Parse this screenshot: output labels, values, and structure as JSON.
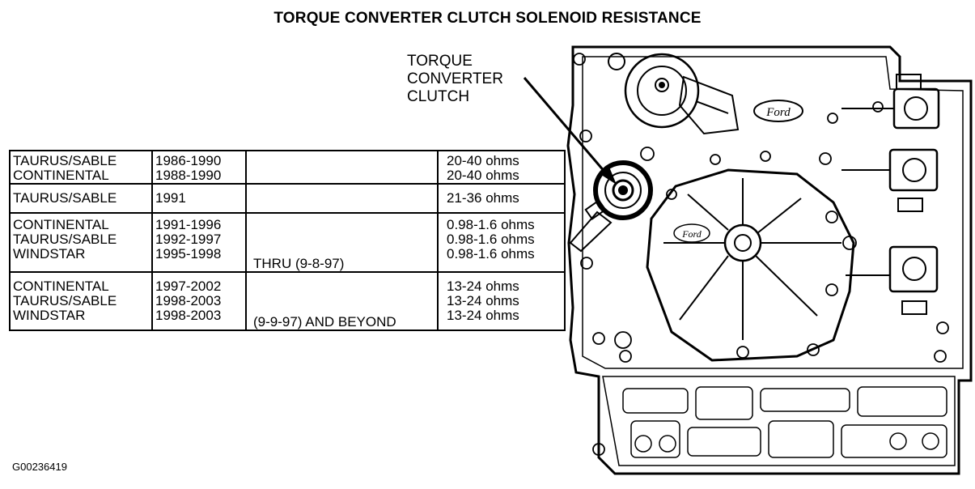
{
  "title": "TORQUE CONVERTER CLUTCH SOLENOID RESISTANCE",
  "callout": {
    "lines": [
      "TORQUE",
      "CONVERTER",
      "CLUTCH"
    ]
  },
  "table": {
    "rows": [
      {
        "models": [
          "TAURUS/SABLE",
          "CONTINENTAL"
        ],
        "years": [
          "1986-1990",
          "1988-1990"
        ],
        "note": "",
        "resistance": [
          "20-40 ohms",
          "20-40 ohms"
        ]
      },
      {
        "models": [
          "TAURUS/SABLE"
        ],
        "years": [
          "1991"
        ],
        "note": "",
        "resistance": [
          "21-36 ohms"
        ]
      },
      {
        "models": [
          "CONTINENTAL",
          "TAURUS/SABLE",
          "WINDSTAR"
        ],
        "years": [
          "1991-1996",
          "1992-1997",
          "1995-1998"
        ],
        "note": "THRU (9-8-97)",
        "resistance": [
          "0.98-1.6 ohms",
          "0.98-1.6 ohms",
          "0.98-1.6 ohms"
        ]
      },
      {
        "models": [
          "CONTINENTAL",
          "TAURUS/SABLE",
          "WINDSTAR"
        ],
        "years": [
          "1997-2002",
          "1998-2003",
          "1998-2003"
        ],
        "note": "(9-9-97) AND BEYOND",
        "resistance": [
          "13-24 ohms",
          "13-24 ohms",
          "13-24 ohms"
        ]
      }
    ]
  },
  "figure_code": "G00236419",
  "diagram": {
    "logo_text": "Ford"
  }
}
